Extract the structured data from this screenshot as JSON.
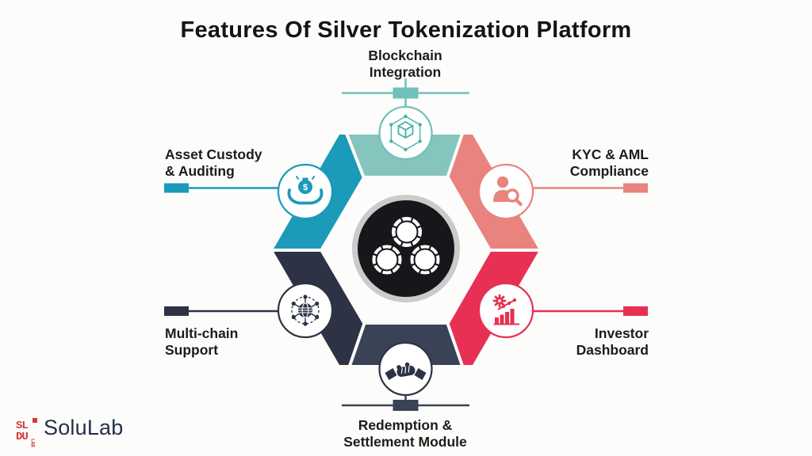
{
  "title": "Features Of Silver Tokenization Platform",
  "features": [
    {
      "id": "blockchain-integration",
      "lines": [
        "Blockchain",
        "Integration"
      ],
      "color": "#6fc2ba",
      "segment_color": "#85c5be",
      "icon": "blockchain-cube-icon",
      "position": "top"
    },
    {
      "id": "kyc-aml-compliance",
      "lines": [
        "KYC & AML",
        "Compliance"
      ],
      "color": "#e8837f",
      "segment_color": "#e8837f",
      "icon": "person-search-icon",
      "position": "top-right"
    },
    {
      "id": "investor-dashboard",
      "lines": [
        "Investor",
        "Dashboard"
      ],
      "color": "#e73053",
      "segment_color": "#e73053",
      "icon": "gear-growth-chart-icon",
      "position": "bottom-right"
    },
    {
      "id": "redemption-settlement",
      "lines": [
        "Redemption &",
        "Settlement Module"
      ],
      "color": "#3a4256",
      "segment_color": "#3a4256",
      "icon": "handshake-icon",
      "position": "bottom"
    },
    {
      "id": "multi-chain-support",
      "lines": [
        "Multi-chain",
        "Support"
      ],
      "color": "#2d3345",
      "segment_color": "#2d3345",
      "icon": "globe-network-icon",
      "position": "bottom-left"
    },
    {
      "id": "asset-custody-auditing",
      "lines": [
        "Asset Custody",
        "& Auditing"
      ],
      "color": "#1b9aba",
      "segment_color": "#1b9aba",
      "icon": "hands-money-bag-icon",
      "position": "top-left"
    }
  ],
  "icons": {
    "dollar_sign": "$"
  },
  "center_emblem": {
    "icon": "silver-coins-icon",
    "coin_count": 3,
    "disc_color": "#17171b",
    "ring_color": "#cbcbcb"
  },
  "logo": {
    "text": "SoluLab",
    "mark_top": "SL",
    "mark_bottom": "DU",
    "mark_side": "LAB",
    "mark_color": "#d23b33",
    "text_color": "#253049"
  },
  "colors": {
    "background": "#fcfcfa",
    "title_text": "#141412",
    "label_text": "#1c1c1a",
    "teal_segment": "#85c5be",
    "teal_accent": "#6fc2ba",
    "teal_icon": "#45b1a7",
    "blue": "#1b9aba",
    "salmon": "#e8837f",
    "crimson": "#e73053",
    "slate": "#3a4256",
    "navy": "#2d3345",
    "white": "#ffffff"
  }
}
